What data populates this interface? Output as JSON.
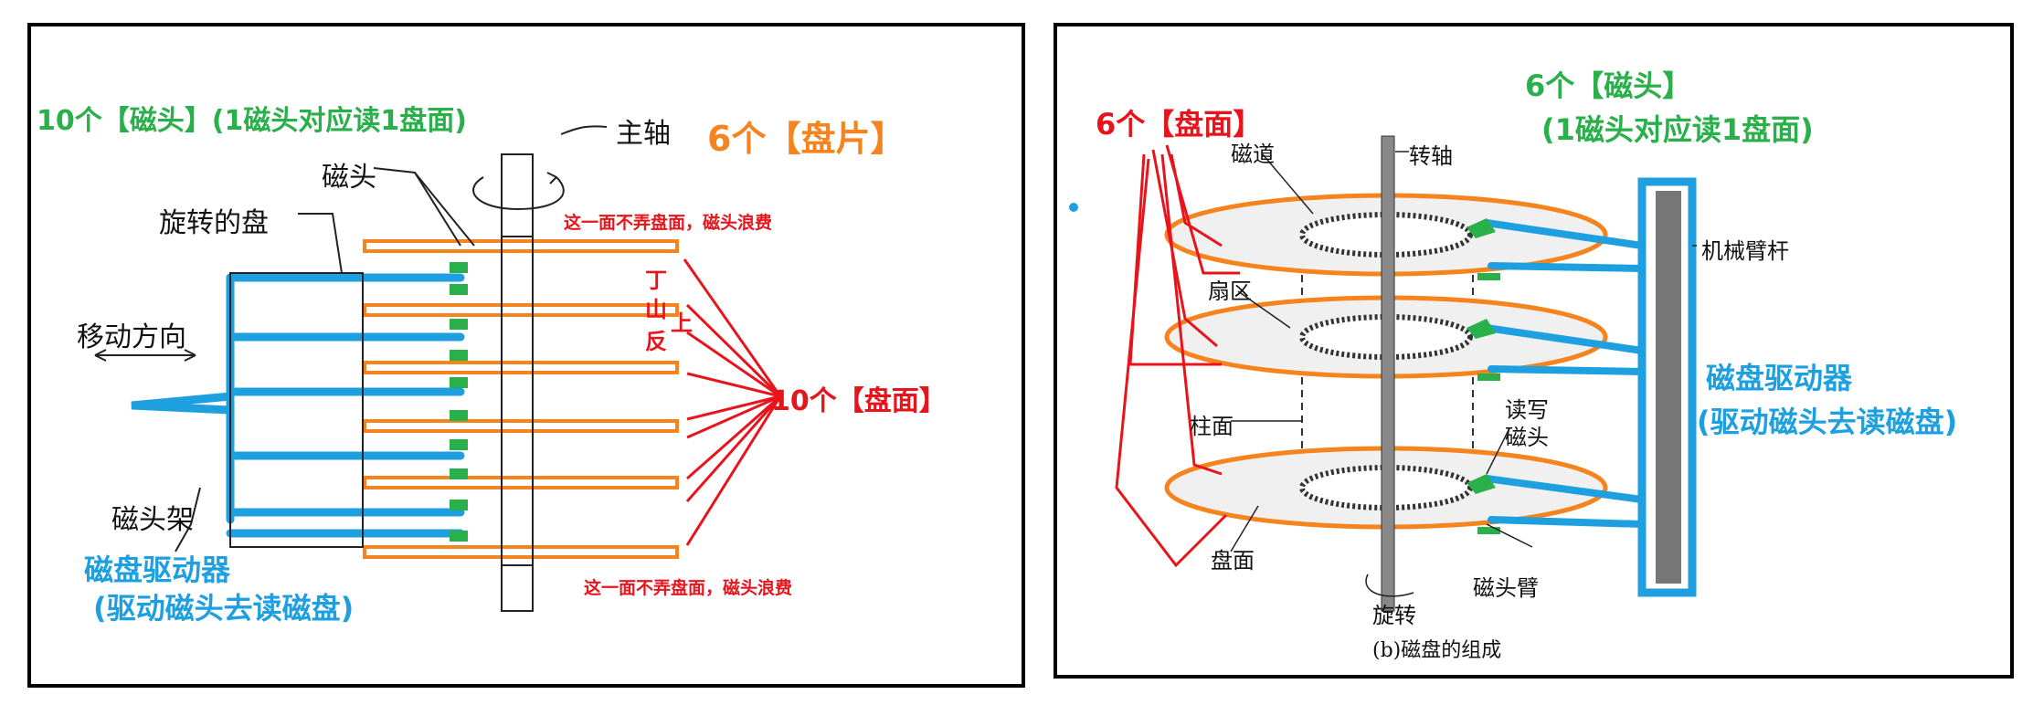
{
  "left_panel": {
    "heads_note": "10个【磁头】(1磁头对应读1盘面)",
    "platters_note": "6个【盘片】",
    "surfaces_note": "10个【盘面】",
    "top_waste_note": "这一面不弄盘面，磁头浪费",
    "bottom_waste_note": "这一面不弄盘面，磁头浪费",
    "drive_note_line1": "磁盘驱动器",
    "drive_note_line2": "(驱动磁头去读磁盘)",
    "label_spindle": "主轴",
    "label_head": "磁头",
    "label_rotating_disk": "旋转的盘",
    "label_move_direction": "移动方向",
    "label_head_carriage": "磁头架",
    "margin_glyphs": [
      "丁",
      "山",
      "上",
      "反"
    ]
  },
  "right_panel": {
    "surfaces_note": "6个【盘面】",
    "heads_note_line1": "6个【磁头】",
    "heads_note_line2": "(1磁头对应读1盘面)",
    "drive_note_line1": "磁盘驱动器",
    "drive_note_line2": "(驱动磁头去读磁盘)",
    "label_track": "磁道",
    "label_axis": "转轴",
    "label_sector": "扇区",
    "label_cylinder": "柱面",
    "label_rw_head_1": "读写",
    "label_rw_head_2": "磁头",
    "label_surface": "盘面",
    "label_rotation": "旋转",
    "label_arm": "磁头臂",
    "label_mech_arm": "机械臂杆",
    "caption": "(b)磁盘的组成"
  },
  "colors": {
    "green": "#2ab04a",
    "orange": "#f5841f",
    "red": "#e8141c",
    "blue": "#1ea0e0"
  }
}
